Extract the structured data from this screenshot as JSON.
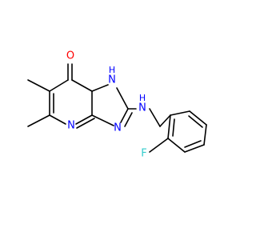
{
  "labels": {
    "O": "O",
    "NH_ring": "N",
    "NH_ring_H": "H",
    "H_ring": "H",
    "N1": "N",
    "N2": "N",
    "N3": "N",
    "NH_amine": "N",
    "H_amine": "H",
    "F": "F"
  },
  "colors": {
    "bond": "#000000",
    "oxygen": "#ff0000",
    "nitrogen": "#0000ff",
    "fluorine": "#33cccc"
  }
}
